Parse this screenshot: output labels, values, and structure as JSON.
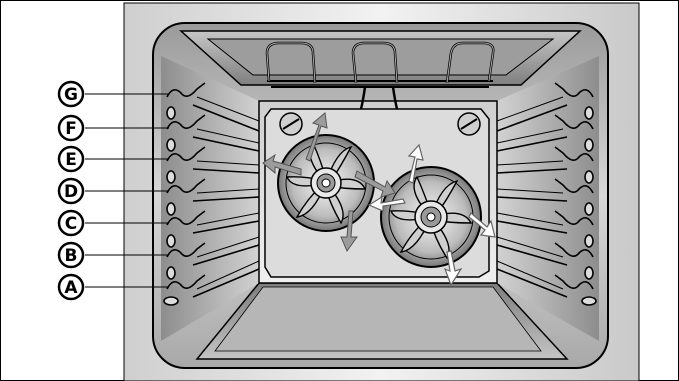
{
  "diagram": {
    "shelf_levels": [
      {
        "label": "G"
      },
      {
        "label": "F"
      },
      {
        "label": "E"
      },
      {
        "label": "D"
      },
      {
        "label": "C"
      },
      {
        "label": "B"
      },
      {
        "label": "A"
      }
    ],
    "colors": {
      "metal_light": "#e6e6e6",
      "metal_mid": "#bdbdbd",
      "metal_dark": "#8a8a8a",
      "outline": "#000000",
      "background": "#ffffff"
    }
  }
}
